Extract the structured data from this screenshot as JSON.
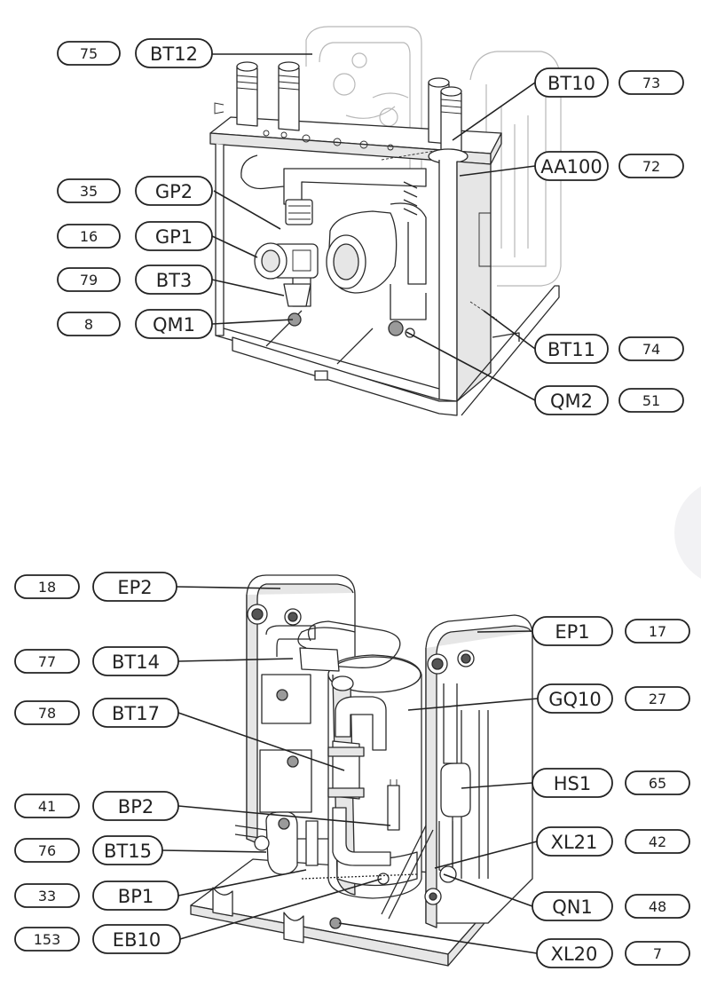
{
  "diagram_top": {
    "labels": [
      {
        "code": "BT12",
        "num": "75"
      },
      {
        "code": "GP2",
        "num": "35"
      },
      {
        "code": "GP1",
        "num": "16"
      },
      {
        "code": "BT3",
        "num": "79"
      },
      {
        "code": "QM1",
        "num": "8"
      },
      {
        "code": "BT10",
        "num": "73"
      },
      {
        "code": "AA100",
        "num": "72"
      },
      {
        "code": "BT11",
        "num": "74"
      },
      {
        "code": "QM2",
        "num": "51"
      }
    ]
  },
  "diagram_bottom": {
    "labels": [
      {
        "code": "EP2",
        "num": "18"
      },
      {
        "code": "BT14",
        "num": "77"
      },
      {
        "code": "BT17",
        "num": "78"
      },
      {
        "code": "BP2",
        "num": "41"
      },
      {
        "code": "BT15",
        "num": "76"
      },
      {
        "code": "BP1",
        "num": "33"
      },
      {
        "code": "EB10",
        "num": "153"
      },
      {
        "code": "EP1",
        "num": "17"
      },
      {
        "code": "GQ10",
        "num": "27"
      },
      {
        "code": "HS1",
        "num": "65"
      },
      {
        "code": "XL21",
        "num": "42"
      },
      {
        "code": "QN1",
        "num": "48"
      },
      {
        "code": "XL20",
        "num": "7"
      }
    ]
  }
}
